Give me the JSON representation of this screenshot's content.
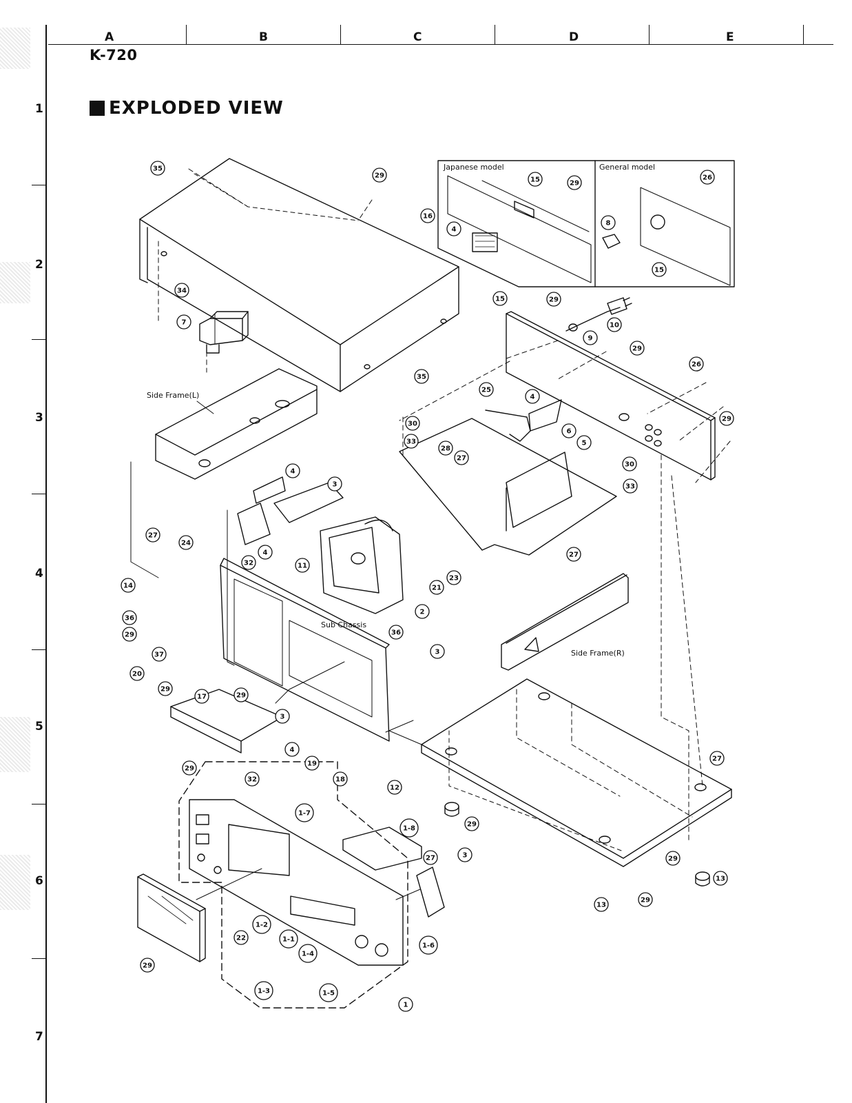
{
  "header": {
    "columns": [
      "A",
      "B",
      "C",
      "D",
      "E"
    ],
    "rows": [
      "1",
      "2",
      "3",
      "4",
      "5",
      "6",
      "7"
    ],
    "model": "K-720",
    "title": "EXPLODED VIEW"
  },
  "insets": {
    "japanese": "Japanese model",
    "general": "General model"
  },
  "labels": {
    "side_frame_l": "Side Frame(L)",
    "side_frame_r": "Side Frame(R)",
    "sub_chassis": "Sub Chassis"
  },
  "callouts": [
    "35",
    "29",
    "16",
    "15",
    "29",
    "4",
    "26",
    "8",
    "15",
    "34",
    "7",
    "15",
    "29",
    "10",
    "9",
    "29",
    "35",
    "26",
    "25",
    "4",
    "30",
    "33",
    "29",
    "6",
    "5",
    "28",
    "27",
    "30",
    "33",
    "4",
    "3",
    "4",
    "27",
    "24",
    "32",
    "11",
    "3",
    "23",
    "21",
    "27",
    "2",
    "14",
    "36",
    "29",
    "37",
    "20",
    "29",
    "17",
    "29",
    "36",
    "3",
    "4",
    "19",
    "18",
    "29",
    "32",
    "1-7",
    "1-8",
    "27",
    "3",
    "27",
    "12",
    "29",
    "13",
    "29",
    "13",
    "29",
    "29",
    "22",
    "1-2",
    "1-1",
    "1-4",
    "1-3",
    "1-5",
    "1-6",
    "1",
    "29"
  ]
}
